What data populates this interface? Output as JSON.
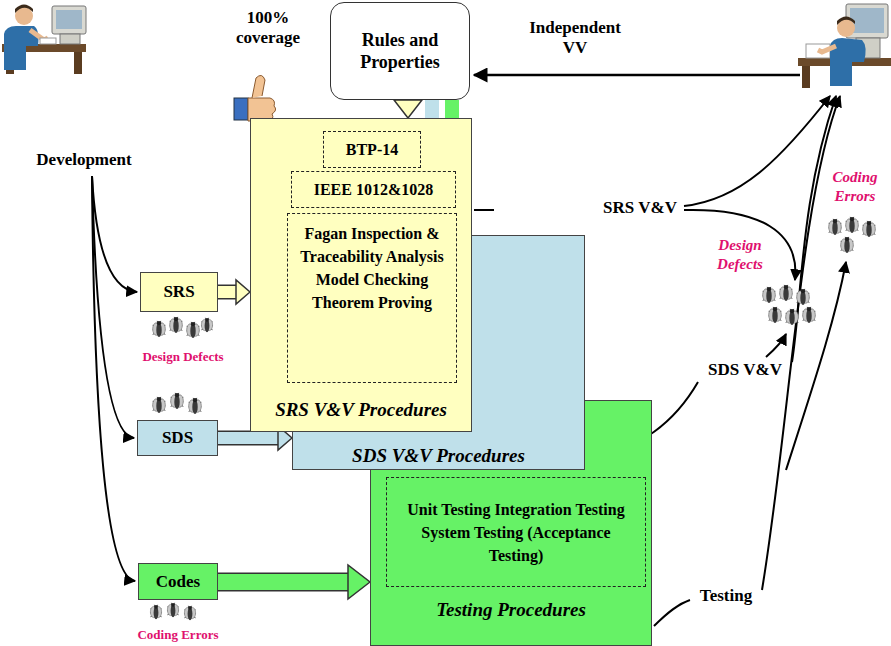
{
  "diagram": {
    "nodes": [
      {
        "text": [
          "Rules and Properties"
        ]
      },
      {
        "text": [
          "SRS V&V Procedures"
        ]
      },
      {
        "text": [
          "BTP-14"
        ],
        "in": 1
      },
      {
        "text": [
          "IEEE 1012&1028"
        ],
        "in": 1
      },
      {
        "text": [
          "Fagan Inspection & Traceability Analysis Model Checking Theorem Proving"
        ],
        "in": 1
      },
      {
        "text": [
          "SRS"
        ]
      },
      {
        "text": [
          "SDS V&V Procedures"
        ]
      },
      {
        "text": [
          "SDS"
        ]
      },
      {
        "text": [
          "Testing Procedures"
        ]
      },
      {
        "text": [
          "Unit Testing Integration Testing System Testing (Acceptance Testing)"
        ],
        "in": 8
      },
      {
        "text": [
          "Codes"
        ]
      }
    ],
    "edges": [
      {
        "from": 0,
        "to": 1,
        "arrow": "to"
      },
      {
        "from": 0,
        "to": 6,
        "arrow": "none"
      },
      {
        "from": 0,
        "to": 8,
        "arrow": "none"
      },
      {
        "from": 5,
        "to": 1,
        "arrow": "to"
      },
      {
        "from": 7,
        "to": 6,
        "arrow": "to"
      },
      {
        "from": 10,
        "to": 8,
        "arrow": "to"
      }
    ],
    "labels": [
      "100% coverage",
      "Development",
      "Independent VV",
      "Design Defects",
      "Coding Errors",
      "SRS V&V",
      "Design Defects",
      "SDS V&V",
      "Coding Errors",
      "Testing"
    ]
  }
}
